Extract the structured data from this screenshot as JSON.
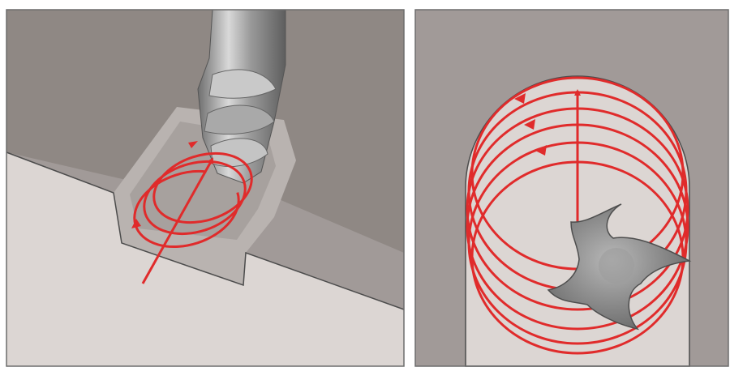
{
  "colors": {
    "background": "#ffffff",
    "panel_border": "#6d6d6d",
    "wall_grey": "#a19a98",
    "top_face": "#918a87",
    "light_surface": "#dcd6d3",
    "tool_metal": "#8f8f8f",
    "tool_highlight": "#d8d8d8",
    "toolpath_red": "#e02b2b"
  },
  "panels": [
    {
      "name": "left-panel",
      "depicts": "milling-cutter-ramping-into-angled-slot-with-helical-toolpath"
    },
    {
      "name": "right-panel",
      "depicts": "top-view-of-four-flute-cutter-in-slot-with-circular-toolpath"
    }
  ],
  "icons": [
    "end-mill-tool-icon",
    "four-flute-cutter-icon",
    "helical-toolpath-icon",
    "direction-arrow-icon"
  ]
}
